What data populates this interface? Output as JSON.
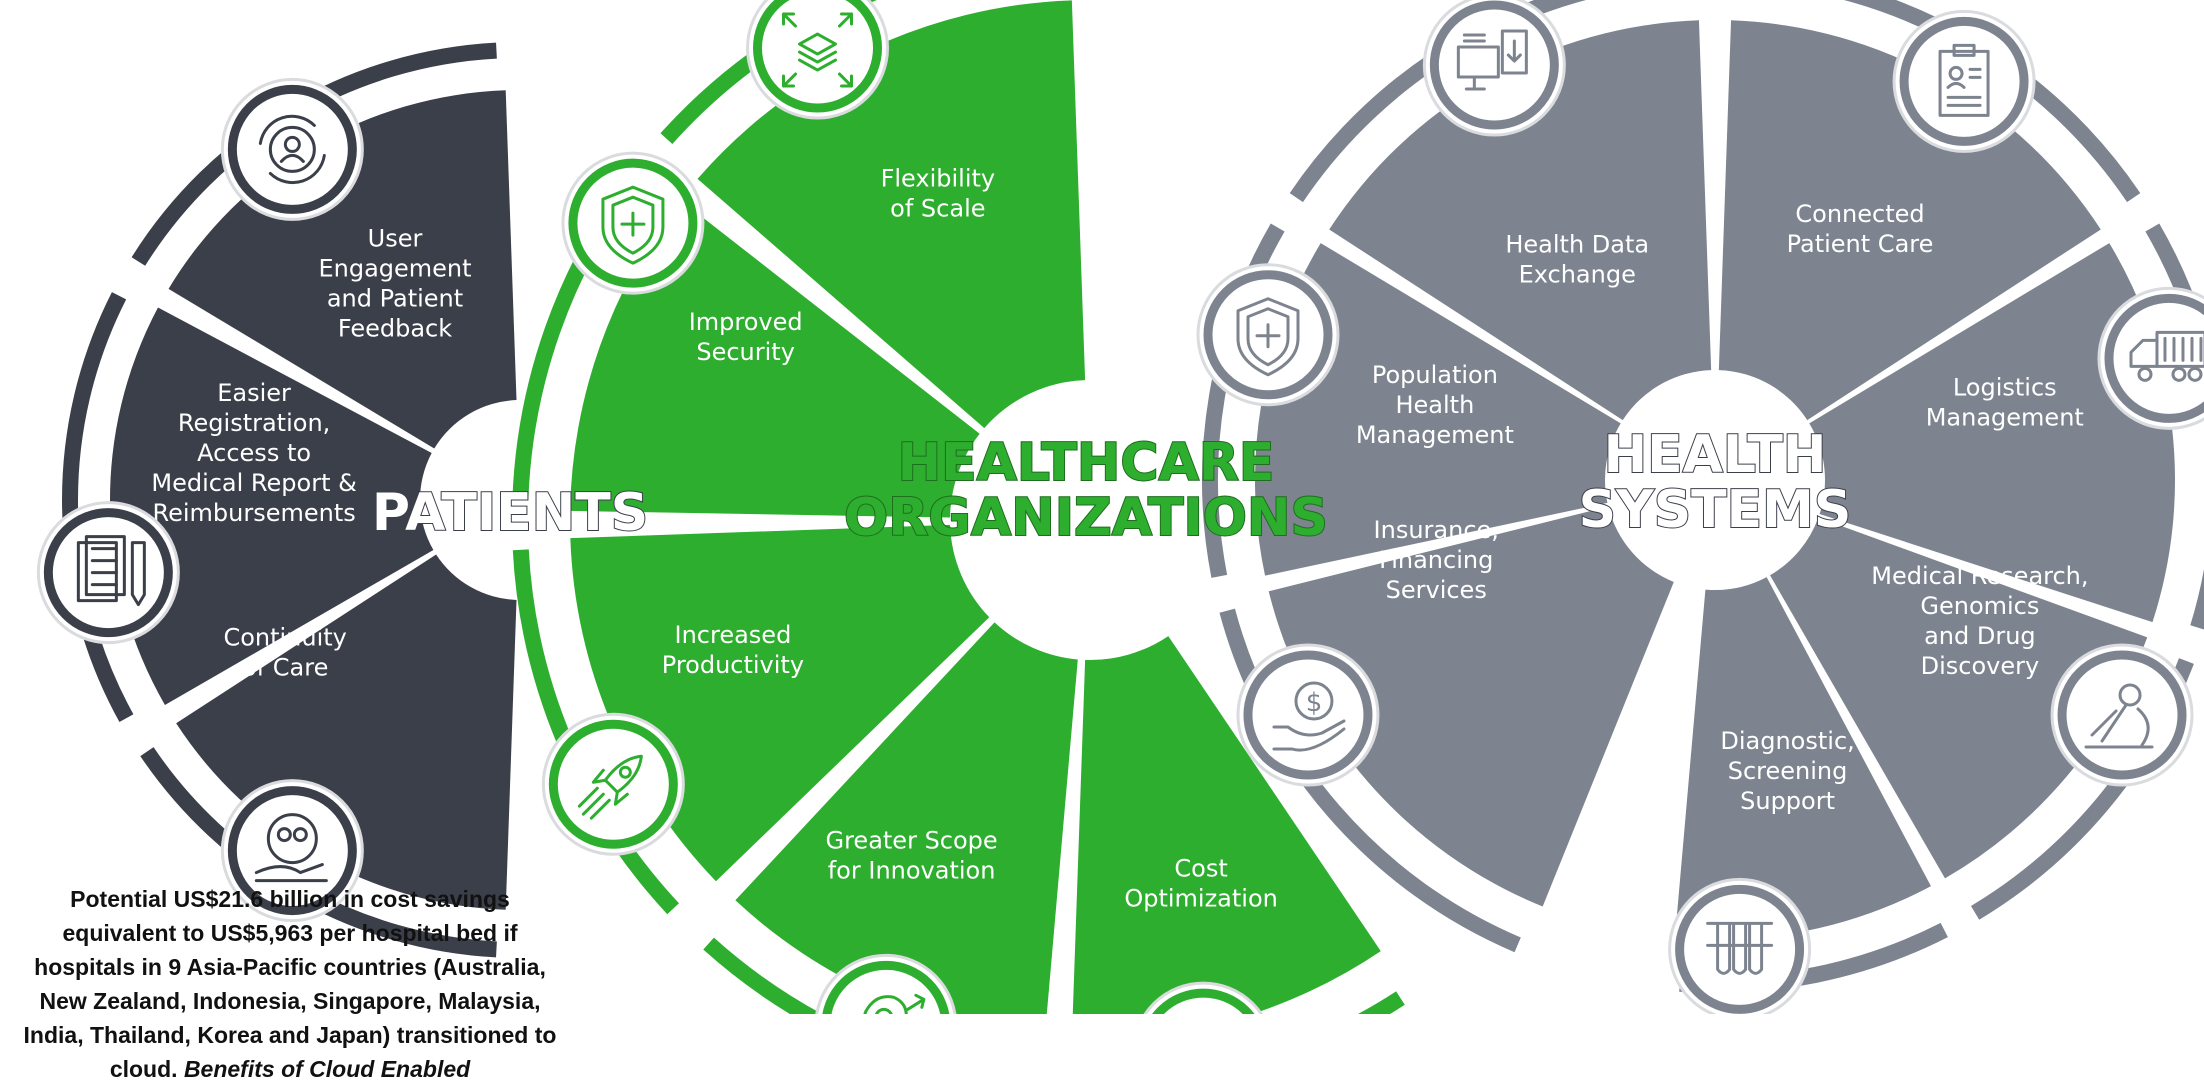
{
  "colors": {
    "patients": "#3b3f4a",
    "organizations": "#2eae2f",
    "systems": "#7d848f",
    "icon_ring_patients": "#3b3f4a",
    "icon_ring_organizations": "#2eae2f",
    "icon_ring_systems": "#7d848f"
  },
  "clusters": {
    "patients": {
      "title": [
        "PATIENTS"
      ],
      "segments": [
        {
          "label": [
            "User",
            "Engagement",
            "and Patient",
            "Feedback"
          ],
          "icon": "user-sync-icon"
        },
        {
          "label": [
            "Easier",
            "Registration,",
            "Access to",
            "Medical Report &",
            "Reimbursements"
          ],
          "icon": "document-pen-icon"
        },
        {
          "label": [
            "Continuity",
            "of Care"
          ],
          "icon": "care-hands-icon"
        }
      ]
    },
    "organizations": {
      "title": [
        "HEALTHCARE",
        "ORGANIZATIONS"
      ],
      "segments": [
        {
          "label": [
            "Flexibility",
            "of Scale"
          ],
          "icon": "scale-layers-icon"
        },
        {
          "label": [
            "Improved",
            "Security"
          ],
          "icon": "shield-cross-icon"
        },
        {
          "label": [
            "Increased",
            "Productivity"
          ],
          "icon": "rocket-icon"
        },
        {
          "label": [
            "Greater Scope",
            "for Innovation"
          ],
          "icon": "lightbulb-gear-icon"
        },
        {
          "label": [
            "Cost",
            "Optimization"
          ],
          "icon": "money-exchange-icon"
        }
      ]
    },
    "systems": {
      "title": [
        "HEALTH",
        "SYSTEMS"
      ],
      "segments": [
        {
          "label": [
            "Health Data",
            "Exchange"
          ],
          "icon": "data-devices-icon"
        },
        {
          "label": [
            "Population",
            "Health",
            "Management"
          ],
          "icon": "shield-medical-icon"
        },
        {
          "label": [
            "Insurance,",
            "Financing",
            "Services"
          ],
          "icon": "hand-dollar-icon"
        },
        {
          "label": [
            "Connected",
            "Patient Care"
          ],
          "icon": "clipboard-icon"
        },
        {
          "label": [
            "Logistics",
            "Management"
          ],
          "icon": "truck-icon"
        },
        {
          "label": [
            "Medical Research,",
            "Genomics",
            "and Drug",
            "Discovery"
          ],
          "icon": "microscope-icon"
        },
        {
          "label": [
            "Diagnostic,",
            "Screening",
            "Support"
          ],
          "icon": "test-tubes-icon"
        }
      ]
    }
  },
  "caption": {
    "text": "Potential US$21.6 billion in cost savings equivalent to US$5,963 per hospital bed if hospitals in 9 Asia-Pacific countries (Australia, New Zealand, Indonesia, Singapore, Malaysia, India, Thailand, Korea and Japan) transitioned to cloud.",
    "italic": "Benefits of Cloud Enabled"
  }
}
